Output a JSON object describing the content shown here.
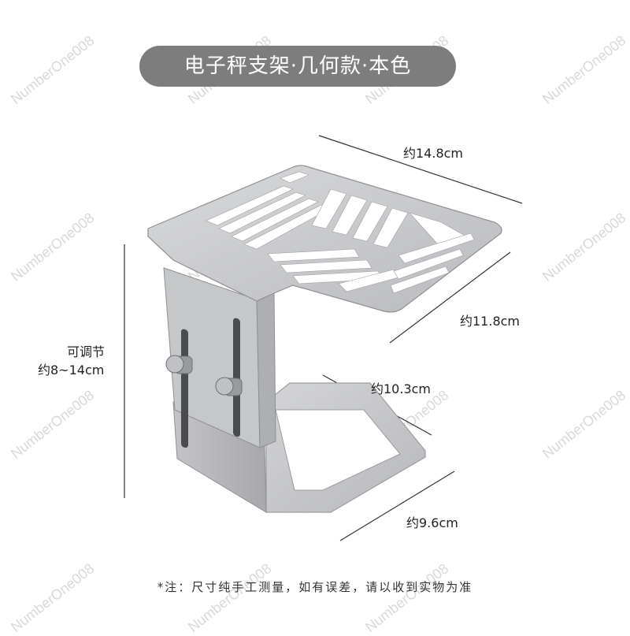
{
  "title": "电子秤支架·几何款·本色",
  "dimensions": {
    "width_top": "约14.8cm",
    "depth_top": "约11.8cm",
    "height_label": "可调节",
    "height_value": "约8~14cm",
    "width_base": "约10.3cm",
    "depth_base": "约9.6cm"
  },
  "note": "*注：尺寸纯手工测量，如有误差，请以收到实物为准",
  "watermark": "NumberOne008",
  "colors": {
    "pill": "#7d7d7d",
    "metal": "#c9cacc",
    "metal_dark": "#a9aaad"
  }
}
